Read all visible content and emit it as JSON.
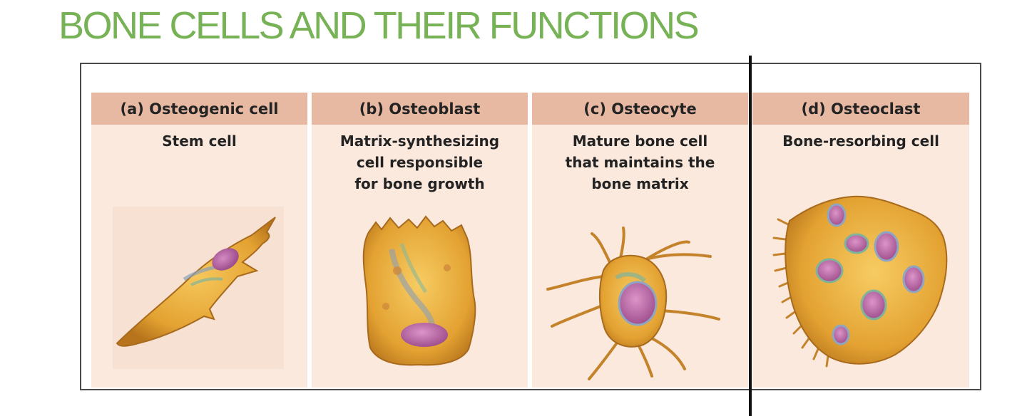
{
  "title": "BONE CELLS AND THEIR FUNCTIONS",
  "colors": {
    "title": "#77b356",
    "panel_bg": "#fbe9dd",
    "panel_header": "#e7b9a2",
    "cell_body": "#e8a93a",
    "nucleus": "#b9639f"
  },
  "panels": [
    {
      "label": "(a) Osteogenic cell",
      "description": "Stem cell",
      "icon": "osteogenic-cell-icon"
    },
    {
      "label": "(b) Osteoblast",
      "description": "Matrix-synthesizing\ncell responsible\nfor bone growth",
      "icon": "osteoblast-icon"
    },
    {
      "label": "(c) Osteocyte",
      "description": "Mature bone cell\nthat maintains the\nbone matrix",
      "icon": "osteocyte-icon"
    },
    {
      "label": "(d) Osteoclast",
      "description": "Bone-resorbing cell",
      "icon": "osteoclast-icon"
    }
  ]
}
